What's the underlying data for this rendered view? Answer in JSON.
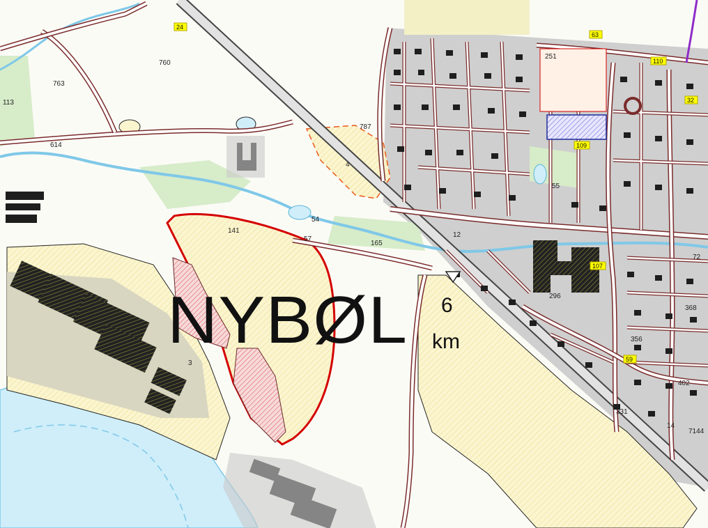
{
  "map": {
    "town_name": "NYBØL",
    "distance_value": "6",
    "distance_unit": "km",
    "colors": {
      "water": "#cfeefa",
      "road_outline": "#7a2b2b",
      "road_fill": "#ffffff",
      "main_road": "#d6d6d6",
      "boundary_red": "#d40000",
      "zone_yellow": "#fbf5cf",
      "built_area": "#c9c9c9",
      "building": "#1e1e1e",
      "forest_green": "#d7ecc9",
      "stream": "#7fc8e8"
    },
    "parcel_labels": {
      "p763": "763",
      "p760": "760",
      "p113": "113",
      "p614": "614",
      "p787": "787",
      "p4": "4",
      "p141": "141",
      "p54": "54",
      "p57": "57",
      "p165": "165",
      "p3": "3",
      "p55": "55",
      "p296": "296",
      "p356": "356",
      "p72": "72",
      "p14": "14",
      "p7144": "7144",
      "p402": "402",
      "p331": "331",
      "p368": "368",
      "p251": "251",
      "p12": "12"
    },
    "badges": {
      "b24": "24",
      "b63": "63",
      "b110": "110",
      "b109": "109",
      "b107": "107",
      "b59": "59",
      "b32": "32"
    }
  }
}
